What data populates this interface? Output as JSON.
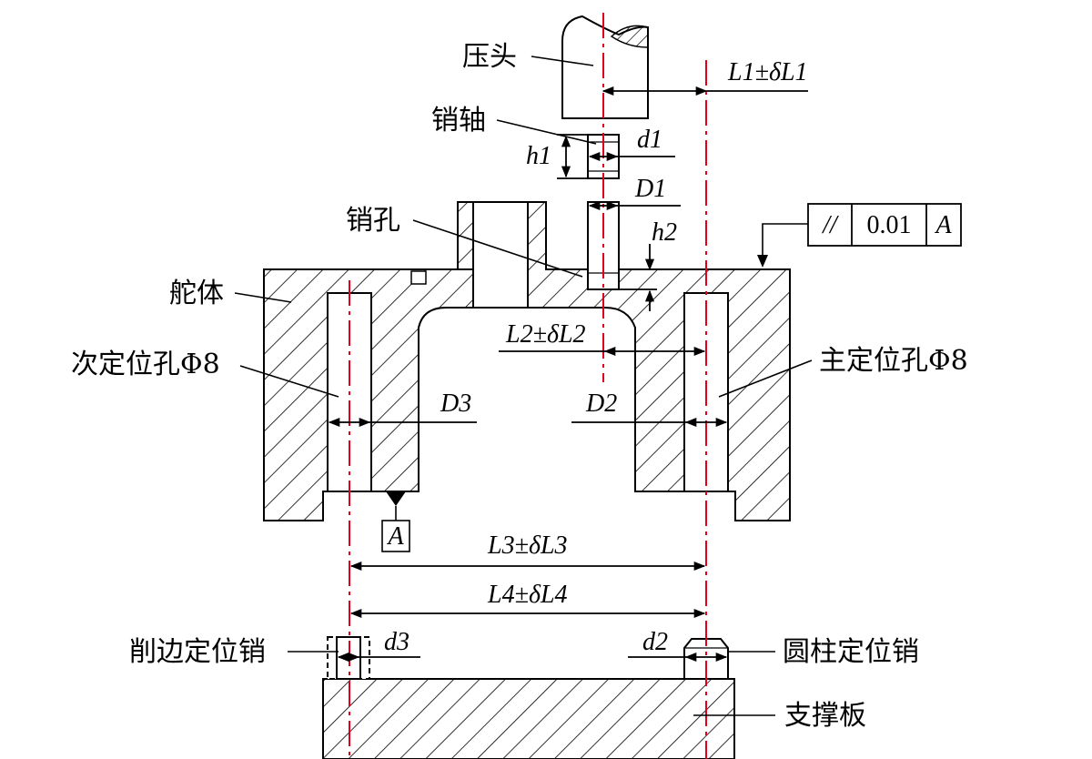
{
  "labels": {
    "press_head": "压头",
    "pin_shaft": "销轴",
    "pin_hole": "销孔",
    "rudder_body": "舵体",
    "secondary_hole": "次定位孔Φ8",
    "primary_hole": "主定位孔Φ8",
    "diamond_pin": "削边定位销",
    "cylinder_pin": "圆柱定位销",
    "support_plate": "支撑板"
  },
  "dims": {
    "L1": "L1±δL1",
    "L2": "L2±δL2",
    "L3": "L3±δL3",
    "L4": "L4±δL4",
    "d1": "d1",
    "D1": "D1",
    "h1": "h1",
    "h2": "h2",
    "D2": "D2",
    "D3": "D3",
    "d2": "d2",
    "d3": "d3"
  },
  "tolerance_frame": {
    "symbol": "//",
    "value": "0.01",
    "datum": "A"
  },
  "datum_label": "A",
  "colors": {
    "centerline": "#e0001b",
    "stroke": "#000000"
  }
}
